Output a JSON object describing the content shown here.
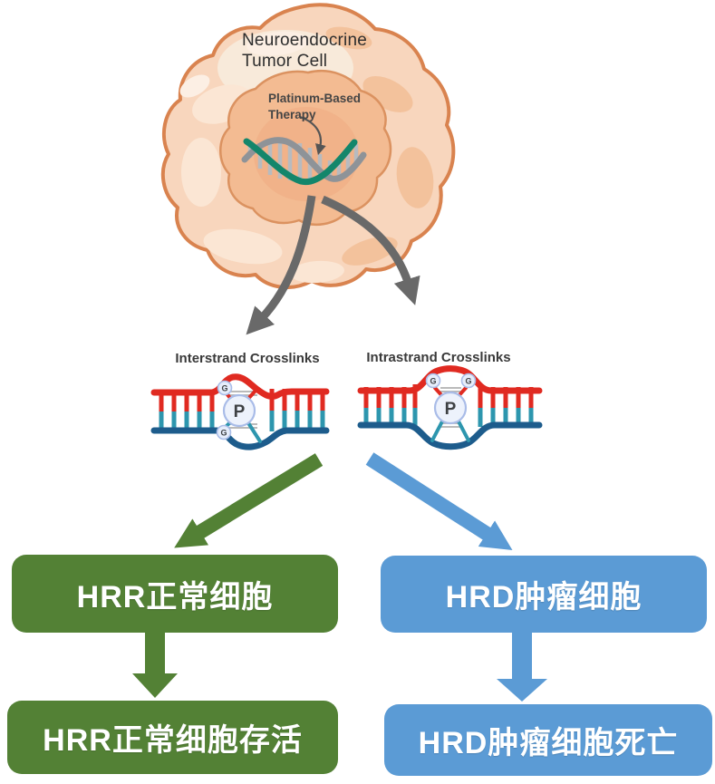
{
  "cell": {
    "title": "Neuroendocrine\nTumor Cell",
    "therapy_label": "Platinum-Based\nTherapy"
  },
  "crosslinks": {
    "interstrand_label": "Interstrand Crosslinks",
    "intrastrand_label": "Intrastrand Crosslinks",
    "platinum_symbol": "P",
    "guanine_symbol": "G"
  },
  "flow": {
    "hrr_top": "HRR正常细胞",
    "hrr_bottom": "HRR正常细胞存活",
    "hrd_top": "HRD肿瘤细胞",
    "hrd_bottom": "HRD肿瘤细胞死亡"
  },
  "colors": {
    "green": "#538135",
    "blue": "#5B9BD5",
    "arrow_gray": "#696969",
    "dna_red": "#E02A21",
    "dna_dark_blue": "#1D5C8C",
    "dna_teal": "#2D96AE",
    "helix_green": "#13866B",
    "helix_gray": "#8E9398",
    "cell_fill": "#F8D6BD",
    "cell_outline": "#D9834F"
  }
}
